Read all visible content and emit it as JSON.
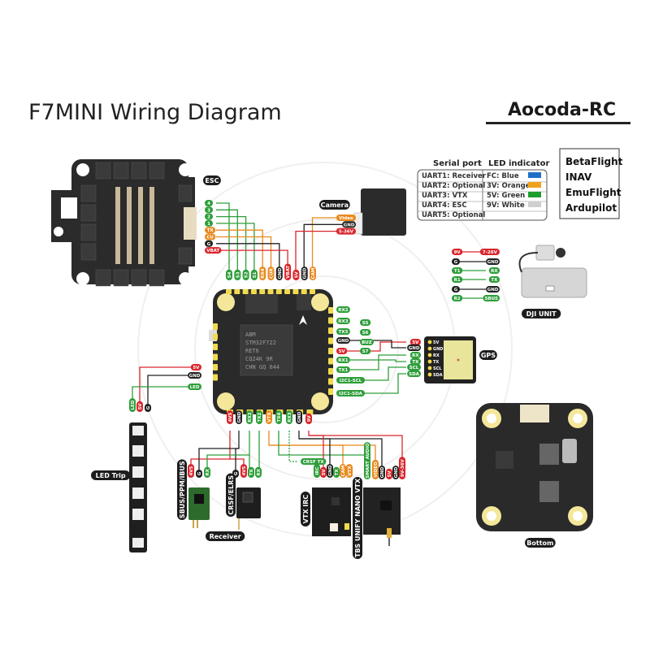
{
  "title": "F7MINI Wiring Diagram",
  "brand": "Aocoda-RC",
  "legend": {
    "serial_header": "Serial port",
    "led_header": "LED indicator",
    "rows": [
      {
        "uart": "UART1:  Receiver",
        "led": "FC:  Blue",
        "led_color": "#1f6fc9"
      },
      {
        "uart": "UART2:  Optional",
        "led": "3V:  Orange",
        "led_color": "#f0a21c"
      },
      {
        "uart": "UART3:  VTX",
        "led": "5V:  Green",
        "led_color": "#1e9e2e"
      },
      {
        "uart": "UART4:  ESC",
        "led": "9V:  White",
        "led_color": "#cfcfcf"
      },
      {
        "uart": "UART5:  Optional",
        "led": "",
        "led_color": ""
      }
    ]
  },
  "firmware": [
    "BetaFlight",
    "INAV",
    "EmuFlight",
    "Ardupilot"
  ],
  "components": {
    "esc": "ESC",
    "camera": "Camera",
    "gps": "GPS",
    "dji": "DJI UNIT",
    "led_strip": "LED Trip",
    "receiver": "Receiver",
    "bottom": "Bottom",
    "vtx_irc": "VTX IRC",
    "tbs": "TBS UNIFY NANO VTX",
    "sbus_rx": "SBUS/PPM/iBUS",
    "elrs_rx": "CRSF/ELRS",
    "crsf_tx": "CRSF TX"
  },
  "chip_text": [
    "ABM",
    "STM32F722",
    "RET6",
    "CQ24K   9R",
    "CHN  GQ  044"
  ],
  "wire_colors": {
    "g": "#2e9e3a",
    "o": "#e98a1f",
    "r": "#d9262c",
    "k": "#222222"
  },
  "pins": {
    "esc_side": [
      {
        "t": "4",
        "c": "g"
      },
      {
        "t": "3",
        "c": "g"
      },
      {
        "t": "2",
        "c": "g"
      },
      {
        "t": "1",
        "c": "g"
      },
      {
        "t": "TX",
        "c": "o"
      },
      {
        "t": "CU",
        "c": "o"
      },
      {
        "t": "G",
        "c": "k"
      },
      {
        "t": "VBAT",
        "c": "r"
      }
    ],
    "fc_top": [
      {
        "t": "S4",
        "c": "g"
      },
      {
        "t": "S3",
        "c": "g"
      },
      {
        "t": "S2",
        "c": "g"
      },
      {
        "t": "S1",
        "c": "g"
      },
      {
        "t": "RX4",
        "c": "o"
      },
      {
        "t": "CUR",
        "c": "o"
      },
      {
        "t": "GND",
        "c": "k"
      },
      {
        "t": "VBAT",
        "c": "r"
      },
      {
        "t": "5V",
        "c": "r"
      },
      {
        "t": "GND",
        "c": "k"
      },
      {
        "t": "CAM",
        "c": "o"
      }
    ],
    "camera": [
      {
        "t": "Video",
        "c": "o"
      },
      {
        "t": "GND",
        "c": "k"
      },
      {
        "t": "5-36V",
        "c": "r"
      }
    ],
    "fc_right": [
      {
        "t": "RX2",
        "c": "g"
      },
      {
        "t": "RX3",
        "c": "g"
      },
      {
        "t": "TX3",
        "c": "g"
      },
      {
        "t": "GND",
        "c": "k"
      },
      {
        "t": "5V",
        "c": "r"
      },
      {
        "t": "RX1",
        "c": "g"
      },
      {
        "t": "TX1",
        "c": "g"
      },
      {
        "t": "I2C1-SCL",
        "c": "g"
      },
      {
        "t": "I2C1-SDA",
        "c": "g"
      }
    ],
    "fc_right2": [
      {
        "t": "S5",
        "c": "g"
      },
      {
        "t": "S6",
        "c": "g"
      },
      {
        "t": "BUZ",
        "c": "g"
      },
      {
        "t": "S7",
        "c": "g"
      }
    ],
    "gps": [
      {
        "t": "5V",
        "c": "r"
      },
      {
        "t": "GND",
        "c": "k"
      },
      {
        "t": "RX",
        "c": "g"
      },
      {
        "t": "TX",
        "c": "g"
      },
      {
        "t": "SCL",
        "c": "g"
      },
      {
        "t": "SDA",
        "c": "g"
      }
    ],
    "gps_module": [
      "5V",
      "GND",
      "RX",
      "TX",
      "SCL",
      "SDA"
    ],
    "dji_fc": [
      {
        "t": "9V",
        "c": "r"
      },
      {
        "t": "G",
        "c": "k"
      },
      {
        "t": "T1",
        "c": "g"
      },
      {
        "t": "R1",
        "c": "g"
      },
      {
        "t": "G",
        "c": "k"
      },
      {
        "t": "R2",
        "c": "g"
      }
    ],
    "dji_unit": [
      {
        "t": "7-26V",
        "c": "r"
      },
      {
        "t": "GND",
        "c": "k"
      },
      {
        "t": "RX",
        "c": "g"
      },
      {
        "t": "TX",
        "c": "g"
      },
      {
        "t": "GND",
        "c": "k"
      },
      {
        "t": "SBUS",
        "c": "g"
      }
    ],
    "led_fc": [
      {
        "t": "5V",
        "c": "r"
      },
      {
        "t": "GND",
        "c": "k"
      },
      {
        "t": "LED",
        "c": "g"
      }
    ],
    "led_strip": [
      {
        "t": "LED",
        "c": "g"
      },
      {
        "t": "5V",
        "c": "r"
      },
      {
        "t": "G",
        "c": "k"
      }
    ],
    "fc_bottom": [
      {
        "t": "4V5",
        "c": "r"
      },
      {
        "t": "GND",
        "c": "k"
      },
      {
        "t": "RX2",
        "c": "g"
      },
      {
        "t": "TX2",
        "c": "g"
      },
      {
        "t": "VTX",
        "c": "o"
      },
      {
        "t": "TX4",
        "c": "g"
      },
      {
        "t": "RX3",
        "c": "g"
      },
      {
        "t": "GND",
        "c": "k"
      },
      {
        "t": "9V",
        "c": "r"
      }
    ],
    "sbus_rx": [
      {
        "t": "4V5",
        "c": "r"
      },
      {
        "t": "G",
        "c": "k"
      },
      {
        "t": "RX",
        "c": "g"
      }
    ],
    "elrs_rx": [
      {
        "t": "G",
        "c": "k"
      },
      {
        "t": "4V5",
        "c": "r"
      },
      {
        "t": "TX",
        "c": "g"
      },
      {
        "t": "RX",
        "c": "g"
      }
    ],
    "vtx_irc": [
      {
        "t": "IRC",
        "c": "g"
      },
      {
        "t": "5V",
        "c": "r"
      },
      {
        "t": "GND",
        "c": "k"
      },
      {
        "t": "TX",
        "c": "g"
      },
      {
        "t": "CAM",
        "c": "o"
      },
      {
        "t": "VTX",
        "c": "o"
      }
    ],
    "tbs": [
      {
        "t": "SMART AUDIO",
        "c": "g"
      },
      {
        "t": "VIDEO",
        "c": "o"
      },
      {
        "t": "GND",
        "c": "k"
      },
      {
        "t": "5V",
        "c": "r"
      },
      {
        "t": "GND",
        "c": "k"
      },
      {
        "t": "9V-36V",
        "c": "r"
      }
    ]
  }
}
